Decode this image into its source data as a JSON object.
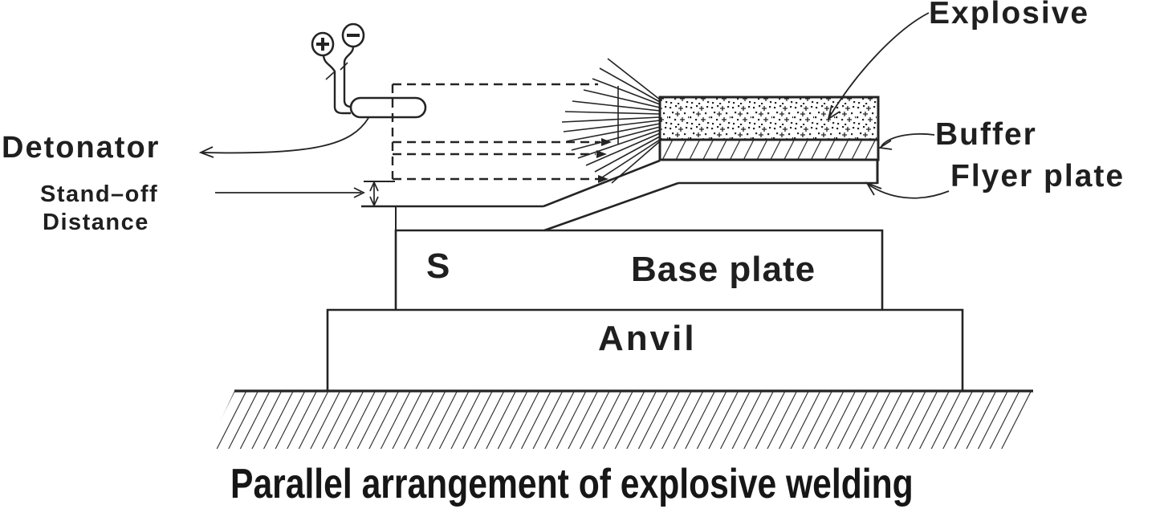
{
  "figure": {
    "title": "Parallel arrangement of explosive welding",
    "labels": {
      "detonator": "Detonator",
      "standoff_line1": "Stand–off",
      "standoff_line2": "Distance",
      "gap": "S",
      "base_plate": "Base plate",
      "anvil": "Anvil",
      "explosive": "Explosive",
      "buffer": "Buffer",
      "flyer_plate": "Flyer plate"
    },
    "icons": {
      "plus_terminal": "plus-icon",
      "minus_terminal": "minus-icon"
    },
    "colors": {
      "line": "#242424",
      "background": "#ffffff"
    }
  }
}
